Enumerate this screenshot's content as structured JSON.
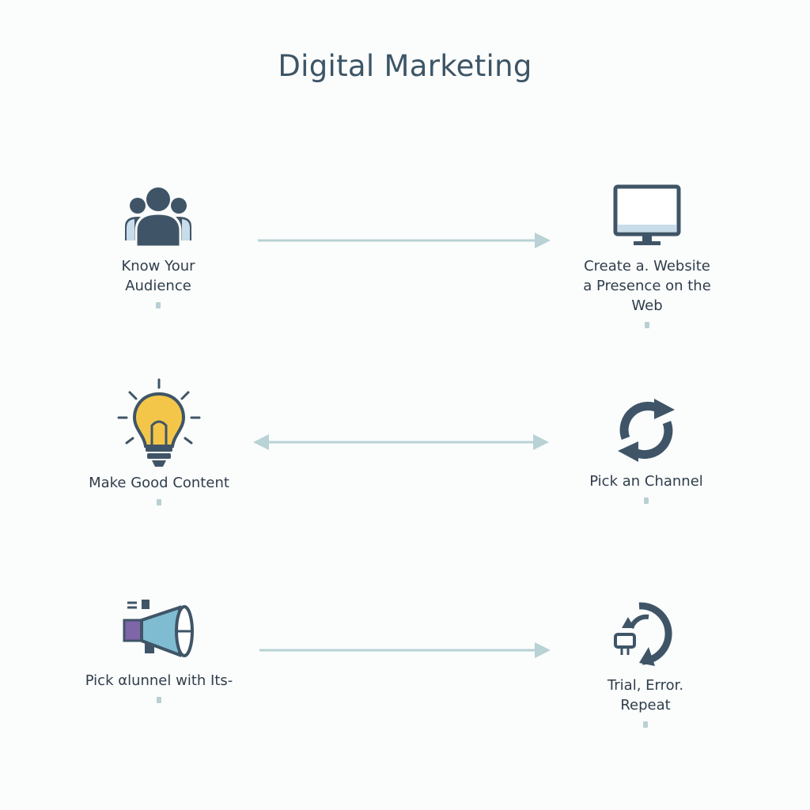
{
  "title": "Digital Marketing",
  "steps": [
    {
      "label_lines": [
        "Know Your",
        "Audience"
      ],
      "icon": "audience-group-icon"
    },
    {
      "label_lines": [
        "Create a. Website",
        "a Presence on the",
        "Web"
      ],
      "icon": "computer-monitor-icon"
    },
    {
      "label_lines": [
        "Make Good Content"
      ],
      "icon": "lightbulb-icon"
    },
    {
      "label_lines": [
        "Pick an Channel"
      ],
      "icon": "refresh-cycle-icon"
    },
    {
      "label_lines": [
        "Pick αlunnel with Its-"
      ],
      "icon": "megaphone-icon"
    },
    {
      "label_lines": [
        "Trial, Error.",
        "Repeat"
      ],
      "icon": "retry-cycle-icon"
    }
  ],
  "colors": {
    "icon_dark": "#3f5567",
    "icon_light": "#c9dcea",
    "bulb_yellow": "#f3c64a",
    "megaphone_purple": "#7f66a8",
    "megaphone_teal": "#7fbcd1",
    "arrow": "#b8d2d5"
  }
}
